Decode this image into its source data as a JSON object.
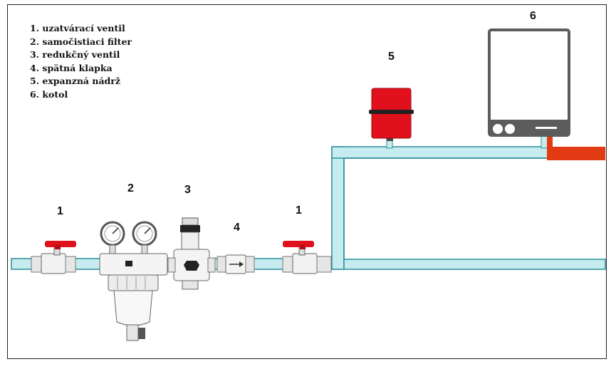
{
  "legend": {
    "items": [
      "1. uzatvárací ventil",
      "2. samočistiaci filter",
      "3. redukčný ventil",
      "4. spätná klapka",
      "5. expanzná nádrž",
      "6. kotol"
    ]
  },
  "labels": {
    "valve_left": "1",
    "filter": "2",
    "reducer": "3",
    "check_valve": "4",
    "valve_right": "1",
    "tank": "5",
    "boiler": "6"
  },
  "colors": {
    "pipe_fill": "#c6ecf0",
    "pipe_stroke": "#2a8e9a",
    "valve_handle": "#e0101c",
    "tank": "#e0101c",
    "outlet": "#e23a12",
    "boiler_frame": "#5c5c5c"
  }
}
